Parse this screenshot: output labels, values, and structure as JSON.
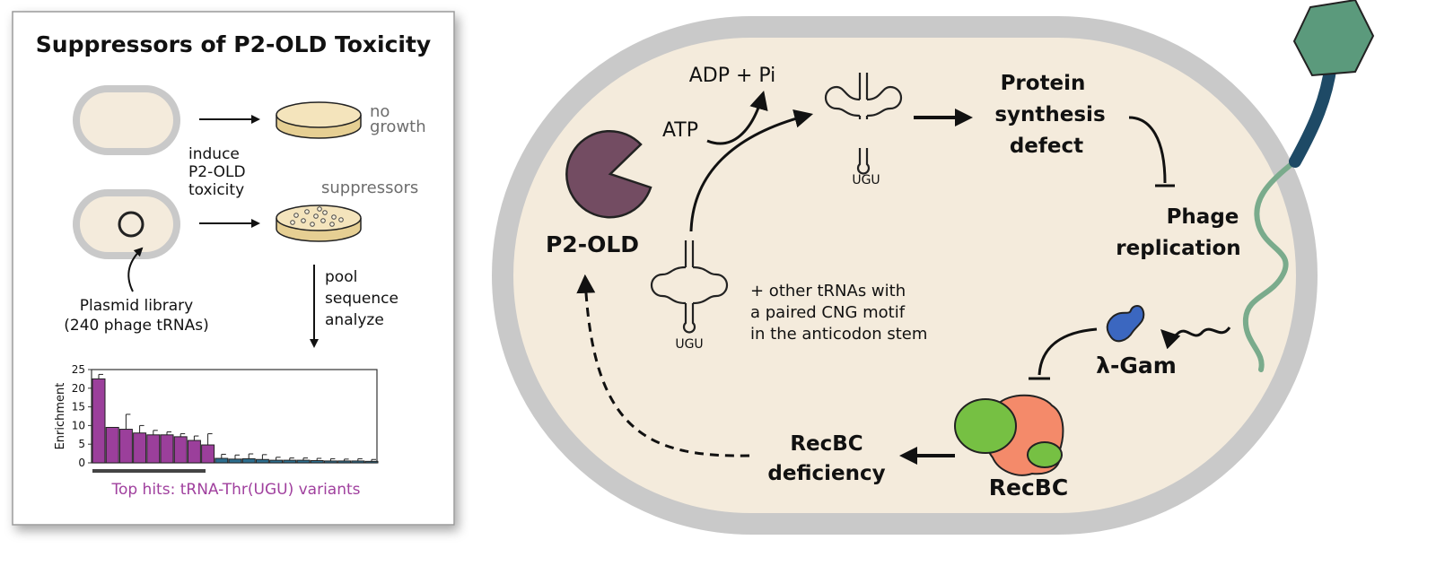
{
  "panel": {
    "title": "Suppressors of P2-OLD Toxicity",
    "no_growth_line1": "no",
    "no_growth_line2": "growth",
    "suppressors": "suppressors",
    "induce_line1": "induce",
    "induce_line2": "P2-OLD",
    "induce_line3": "toxicity",
    "library_line1": "Plasmid library",
    "library_line2": "(240 phage tRNAs)",
    "pool_line1": "pool",
    "pool_line2": "sequence",
    "pool_line3": "analyze",
    "top_hits": "Top hits: tRNA-Thr(UGU) variants"
  },
  "chart_data": {
    "type": "bar",
    "ylabel": "Enrichment",
    "ylim": [
      0,
      25
    ],
    "yticks": [
      0,
      5,
      10,
      15,
      20,
      25
    ],
    "bar_count": 21,
    "values": [
      22.5,
      9.5,
      9,
      8,
      7.5,
      7.5,
      7,
      6,
      4.8,
      1.2,
      1.0,
      1.1,
      0.9,
      0.7,
      0.7,
      0.7,
      0.6,
      0.5,
      0.5,
      0.5,
      0.4
    ],
    "errors": [
      1.2,
      0,
      4,
      2,
      1.2,
      0.8,
      0.8,
      1.2,
      3,
      1.1,
      1.1,
      1.3,
      1.3,
      0.8,
      0.6,
      0.6,
      0.6,
      0.6,
      0.5,
      0.6,
      0.5
    ],
    "highlight_count": 9,
    "colors": {
      "highlight": "#9b3f9b",
      "other": "#2d6e8e",
      "top_hits_text": "#a0409e"
    }
  },
  "cell": {
    "adp_pi": "ADP + Pi",
    "atp": "ATP",
    "p2old": "P2-OLD",
    "anticodon": "UGU",
    "anticodon_cleaved": "UGU",
    "protein_line1": "Protein",
    "protein_line2": "synthesis",
    "protein_line3": "defect",
    "phage_line1": "Phage",
    "phage_line2": "replication",
    "other_line1": "+ other tRNAs with",
    "other_line2": "a paired CNG motif",
    "other_line3": "in the anticodon stem",
    "gam": "λ-Gam",
    "recbc": "RecBC",
    "deficiency_line1": "RecBC",
    "deficiency_line2": "deficiency"
  },
  "colors": {
    "cell_fill": "#f4ebdc",
    "cell_wall": "#c9c9c9",
    "p2old": "#734c62",
    "phage_head": "#5b9a7c",
    "phage_tail": "#1e4a66",
    "phage_dna": "#7aab8c",
    "gam": "#3b67c0",
    "recbc_orange": "#f48a6a",
    "recbc_green": "#76c043"
  }
}
